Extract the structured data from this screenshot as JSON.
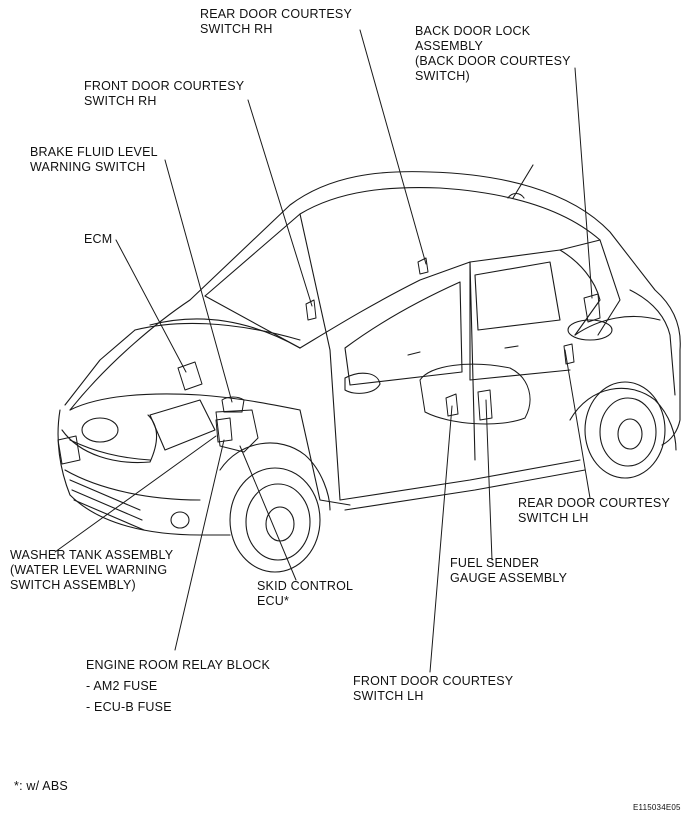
{
  "labels": {
    "rear_door_courtesy_rh": [
      "REAR DOOR COURTESY",
      "SWITCH RH"
    ],
    "back_door_lock": [
      "BACK DOOR LOCK",
      "ASSEMBLY",
      "(BACK DOOR COURTESY",
      "SWITCH)"
    ],
    "front_door_courtesy_rh": [
      "FRONT DOOR COURTESY",
      "SWITCH RH"
    ],
    "brake_fluid": [
      "BRAKE FLUID LEVEL",
      "WARNING SWITCH"
    ],
    "ecm": [
      "ECM"
    ],
    "rear_door_courtesy_lh": [
      "REAR DOOR COURTESY",
      "SWITCH LH"
    ],
    "washer_tank": [
      "WASHER TANK ASSEMBLY",
      "(WATER LEVEL WARNING",
      "SWITCH ASSEMBLY)"
    ],
    "skid_control": [
      "SKID CONTROL",
      "ECU*"
    ],
    "fuel_sender": [
      "FUEL SENDER",
      "GAUGE ASSEMBLY"
    ],
    "engine_room_relay": [
      "ENGINE ROOM RELAY BLOCK",
      "- AM2 FUSE",
      "- ECU-B FUSE"
    ],
    "front_door_courtesy_lh": [
      "FRONT DOOR COURTESY",
      "SWITCH LH"
    ]
  },
  "footnote": "*: w/ ABS",
  "figure_code": "E115034E05"
}
